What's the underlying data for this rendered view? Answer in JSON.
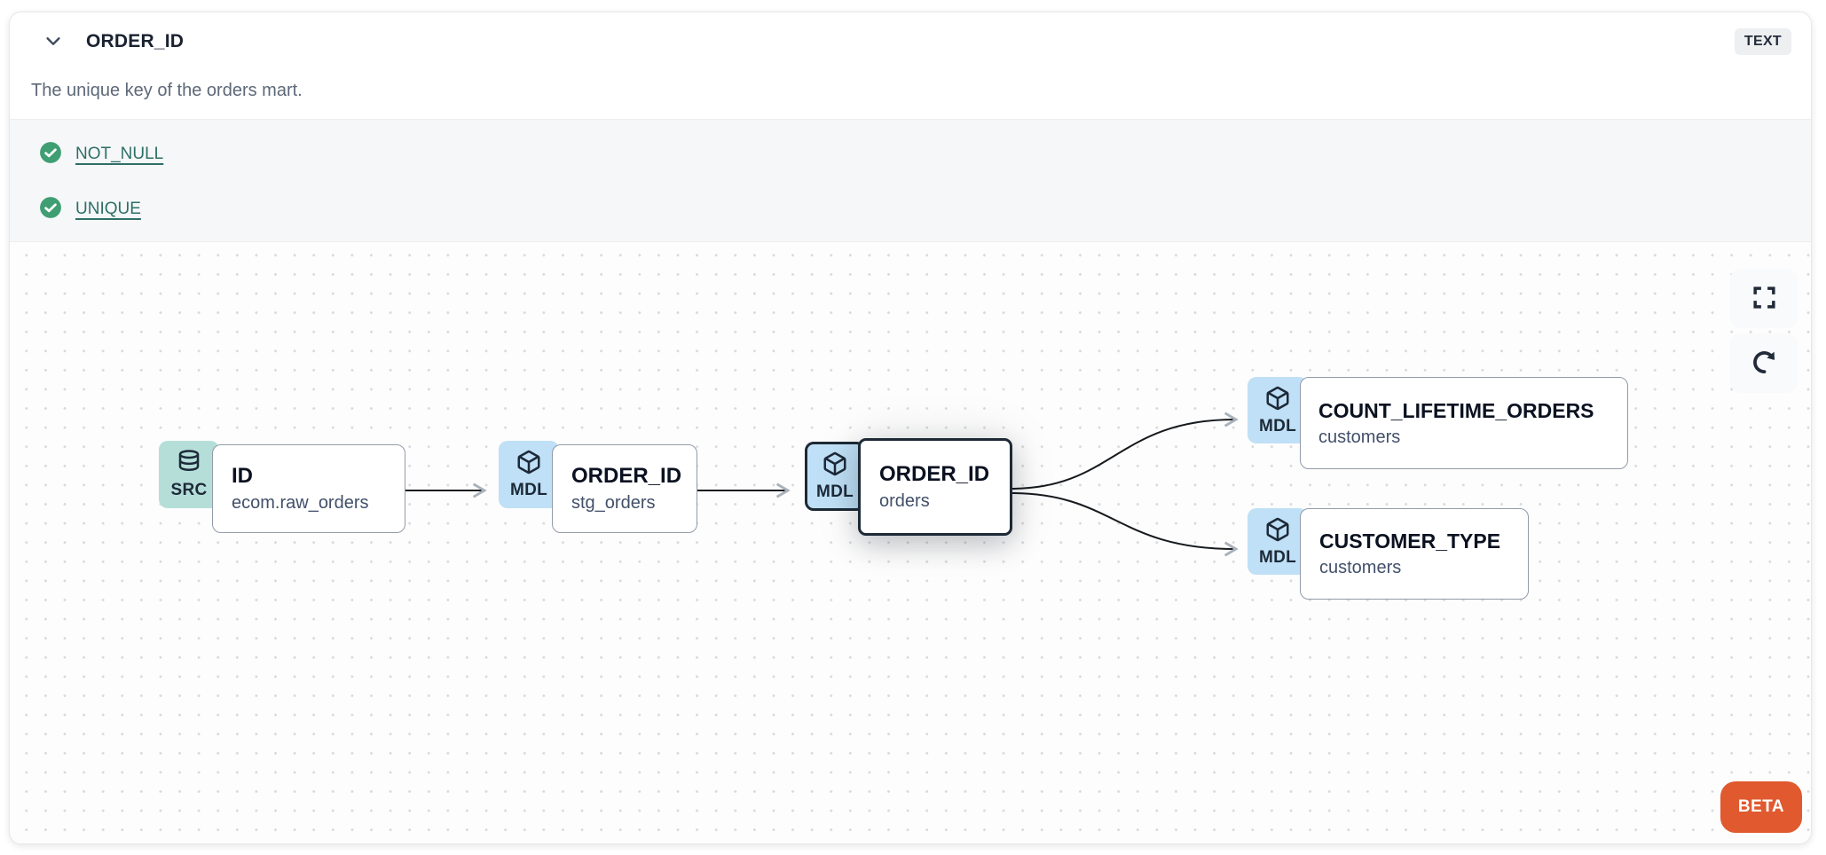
{
  "panel": {
    "header": {
      "collapse_icon": "chevron-down-icon",
      "title": "ORDER_ID",
      "description": "The unique key of the orders mart.",
      "type_badge": "TEXT"
    },
    "tests": [
      {
        "label": "NOT_NULL",
        "status": "pass",
        "icon": "check-circle-icon"
      },
      {
        "label": "UNIQUE",
        "status": "pass",
        "icon": "check-circle-icon"
      }
    ]
  },
  "lineage": {
    "nodes": [
      {
        "id": "source",
        "type": "SRC",
        "icon": "database-icon",
        "title": "ID",
        "subtitle": "ecom.raw_orders",
        "selected": false
      },
      {
        "id": "stg_orders",
        "type": "MDL",
        "icon": "cube-icon",
        "title": "ORDER_ID",
        "subtitle": "stg_orders",
        "selected": false
      },
      {
        "id": "orders",
        "type": "MDL",
        "icon": "cube-icon",
        "title": "ORDER_ID",
        "subtitle": "orders",
        "selected": true
      },
      {
        "id": "count_lifetime_orders",
        "type": "MDL",
        "icon": "cube-icon",
        "title": "COUNT_LIFETIME_ORDERS",
        "subtitle": "customers",
        "selected": false
      },
      {
        "id": "customer_type",
        "type": "MDL",
        "icon": "cube-icon",
        "title": "CUSTOMER_TYPE",
        "subtitle": "customers",
        "selected": false
      }
    ],
    "edges": [
      {
        "from": "source",
        "to": "stg_orders"
      },
      {
        "from": "stg_orders",
        "to": "orders"
      },
      {
        "from": "orders",
        "to": "count_lifetime_orders"
      },
      {
        "from": "orders",
        "to": "customer_type"
      }
    ],
    "controls": {
      "fullscreen": "fullscreen-icon",
      "refresh": "refresh-icon"
    },
    "beta_label": "BETA"
  },
  "colors": {
    "accent_orange": "#E0592F",
    "test_pass_green": "#3F9E72",
    "link_teal": "#2E6F68",
    "src_badge_bg": "#B5DED9",
    "mdl_badge_bg": "#BFE0F6",
    "selected_border": "#1D2936",
    "edge_line": "#161A1E"
  }
}
